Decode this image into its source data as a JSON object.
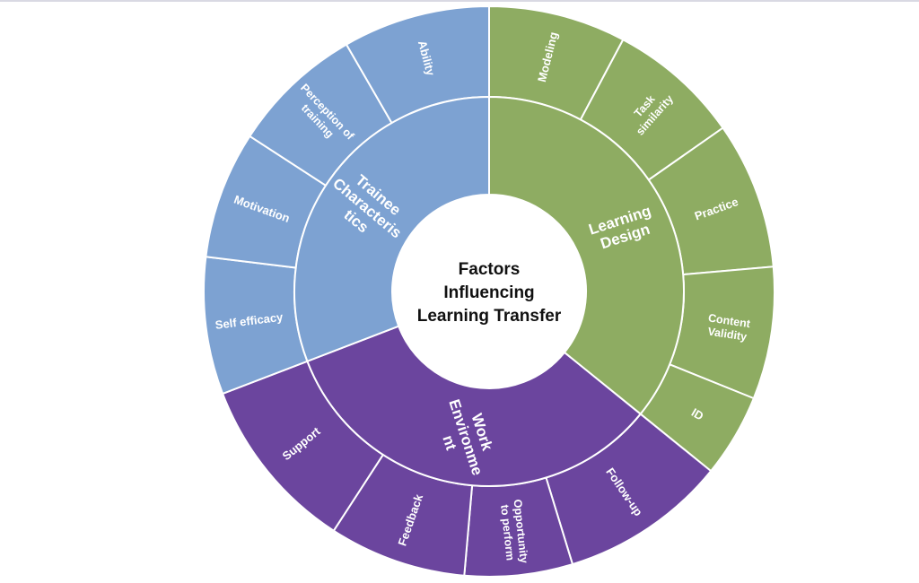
{
  "center": {
    "lines": [
      "Factors",
      "Influencing",
      "Learning Transfer"
    ]
  },
  "colors": {
    "trainee": "#7da2d2",
    "learning": "#8eac62",
    "work": "#6b459e",
    "center": "#ffffff",
    "divider": "#ffffff"
  },
  "categories": [
    {
      "key": "learning",
      "label_lines": [
        "Learning",
        "Design"
      ],
      "children": [
        {
          "lines": [
            "Modeling"
          ]
        },
        {
          "lines": [
            "Task",
            "similarity"
          ]
        },
        {
          "lines": [
            "Practice"
          ]
        },
        {
          "lines": [
            "Content",
            "Validity"
          ]
        },
        {
          "lines": [
            "ID"
          ]
        }
      ]
    },
    {
      "key": "work",
      "label_lines": [
        "Work",
        "Environme",
        "nt"
      ],
      "children": [
        {
          "lines": [
            "Follow-up"
          ]
        },
        {
          "lines": [
            "Opportunity",
            "to perform"
          ]
        },
        {
          "lines": [
            "Feedback"
          ]
        },
        {
          "lines": [
            "Support"
          ]
        }
      ]
    },
    {
      "key": "trainee",
      "label_lines": [
        "Trainee",
        "Characteris",
        "tics"
      ],
      "children": [
        {
          "lines": [
            "Self efficacy"
          ]
        },
        {
          "lines": [
            "Motivation"
          ]
        },
        {
          "lines": [
            "Perception of",
            "training"
          ]
        },
        {
          "lines": [
            "Ability"
          ]
        }
      ]
    }
  ]
}
